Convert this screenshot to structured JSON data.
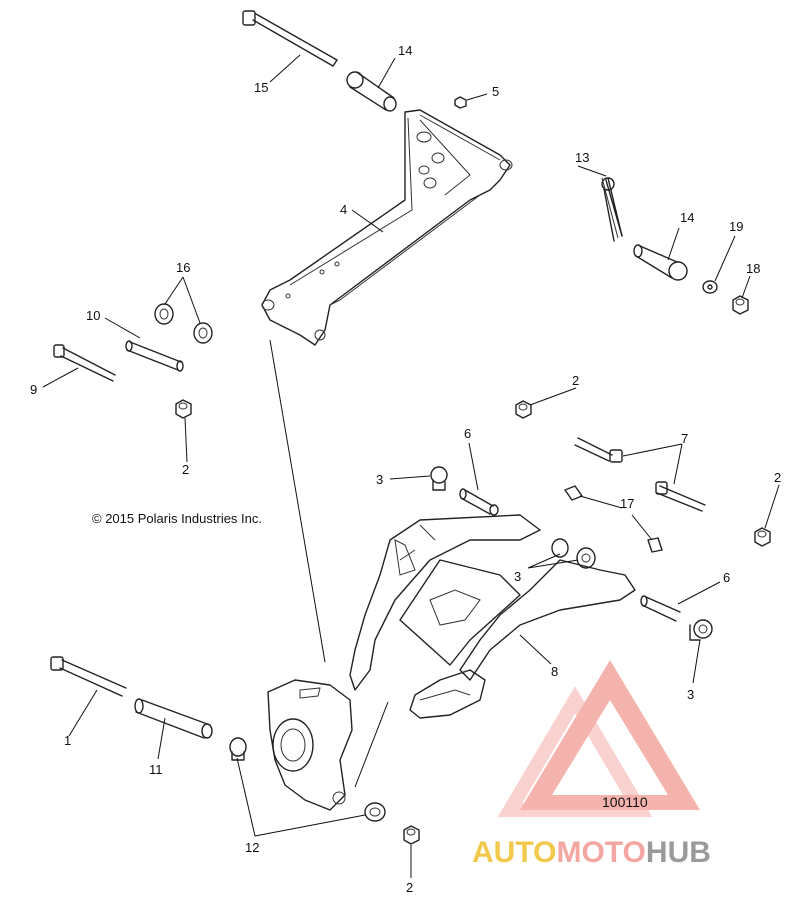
{
  "copyright": "© 2015 Polaris Industries Inc.",
  "diagram_number": "100110",
  "watermark": {
    "brand_a": "AUTO",
    "brand_b": "MOTO",
    "brand_c": "HUB",
    "color_a": "#f2c94c",
    "color_b": "#f4a6a0",
    "color_c": "#9a9a9a"
  },
  "callouts": {
    "c15": "15",
    "c14a": "14",
    "c5": "5",
    "c13": "13",
    "c4": "4",
    "c14b": "14",
    "c19": "19",
    "c18": "18",
    "c16": "16",
    "c10": "10",
    "c9": "9",
    "c2a": "2",
    "c2b": "2",
    "c6a": "6",
    "c7": "7",
    "c3a": "3",
    "c2c": "2",
    "c17": "17",
    "c3b": "3",
    "c6b": "6",
    "c8": "8",
    "c3c": "3",
    "c1": "1",
    "c11": "11",
    "c12": "12",
    "c2d": "2"
  }
}
